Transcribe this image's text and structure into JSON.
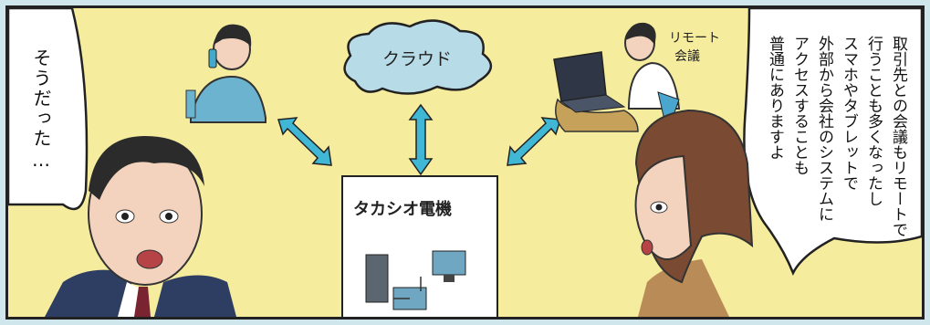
{
  "speech": {
    "left_bubble": "そうだった…",
    "right_bubble_lines": [
      "取引先との会議もリモートで",
      "行うことも多くなったし",
      "スマホやタブレットで",
      "外部から会社のシステムに",
      "アクセスすることも",
      "普通にありますよ"
    ]
  },
  "diagram": {
    "cloud_label": "クラウド",
    "remote_label_line1": "リモート",
    "remote_label_line2": "会議",
    "company_label": "タカシオ電機"
  },
  "colors": {
    "background": "#f6ec9d",
    "arrow": "#3fb7d5",
    "cloud": "#b7dce8",
    "frame": "#222222"
  }
}
